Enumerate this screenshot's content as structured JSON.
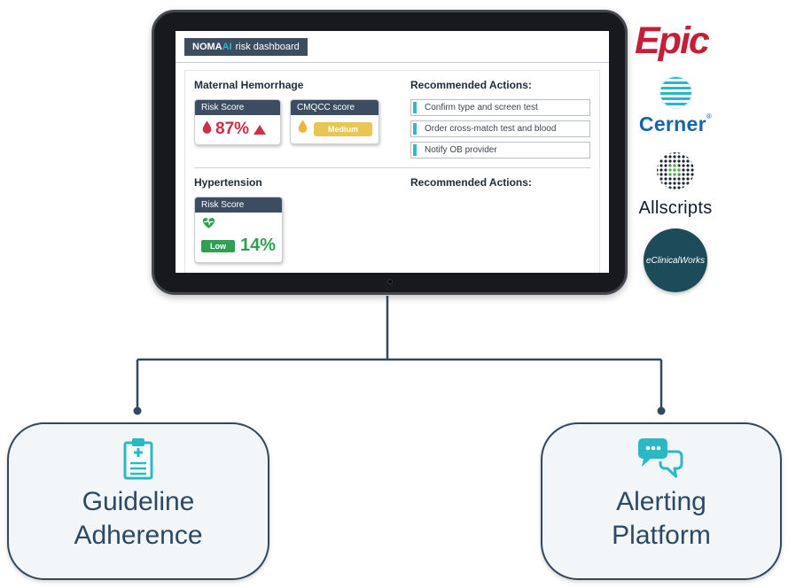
{
  "colors": {
    "teal": "#2ab8c5",
    "navy": "#31485e",
    "badge_bg": "#3d4d61",
    "red": "#ce2f48",
    "green": "#2fa052",
    "yellow": "#e9c553",
    "epic_red": "#c41f39",
    "cerner_blue": "#1565ad",
    "ecw_circle": "#1d4b59",
    "node_bg": "#f2f6f9"
  },
  "tablet": {
    "badge": {
      "noma": "NOMA",
      "ai": "AI",
      "rest": "risk dashboard"
    }
  },
  "maternal": {
    "title": "Maternal Hemorrhage",
    "actions_title": "Recommended Actions:",
    "risk_card": {
      "header": "Risk Score",
      "value": "87%"
    },
    "cmqcc_card": {
      "header": "CMQCC score",
      "value": "Medium"
    },
    "actions": [
      "Confirm type and screen test",
      "Order cross-match test and blood",
      "Notify OB provider"
    ]
  },
  "hypertension": {
    "title": "Hypertension",
    "actions_title": "Recommended Actions:",
    "risk_card": {
      "header": "Risk Score",
      "badge": "Low",
      "value": "14%"
    }
  },
  "logos": {
    "epic": "Epic",
    "cerner": "Cerner",
    "cerner_reg": "®",
    "allscripts": "Allscripts",
    "eclinicalworks": "eClinicalWorks"
  },
  "nodes": {
    "left": {
      "line1": "Guideline",
      "line2": "Adherence"
    },
    "right": {
      "line1": "Alerting",
      "line2": "Platform"
    }
  }
}
